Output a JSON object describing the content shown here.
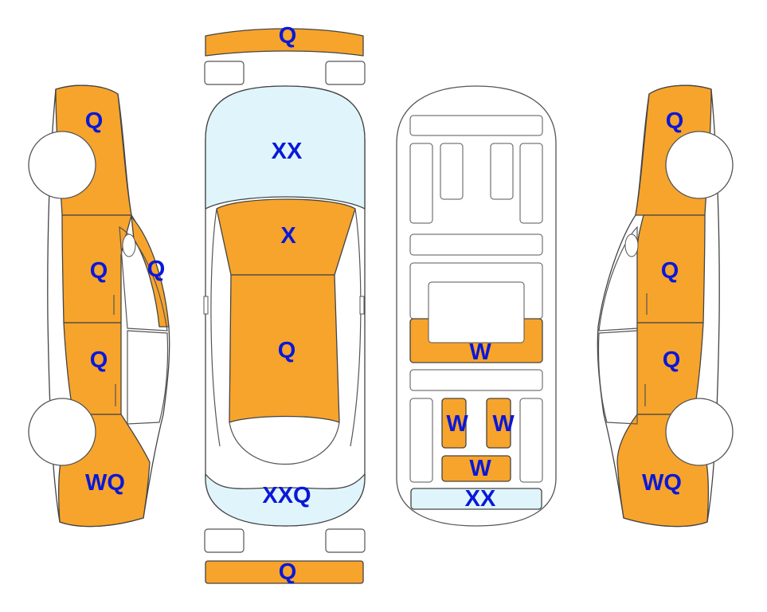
{
  "colors": {
    "damage": "#f7a42c",
    "glass": "#dff5fb",
    "label": "#0a18d8",
    "outline": "#444444",
    "body": "#ffffff"
  },
  "left_side": {
    "front_fender": "Q",
    "a_pillar": "Q",
    "front_door": "Q",
    "rear_door": "Q",
    "rear_quarter": "WQ"
  },
  "top_view": {
    "front_bumper": "Q",
    "windshield": "XX",
    "hood_front": "X",
    "roof": "Q",
    "rear_window": "XXQ",
    "rear_bumper": "Q"
  },
  "underside": {
    "center_panel": "W",
    "rear_left_rail": "W",
    "rear_right_rail": "W",
    "rear_crossmember": "W",
    "rear_panel": "XX"
  },
  "right_side": {
    "front_fender": "Q",
    "front_door": "Q",
    "rear_door": "Q",
    "rear_quarter": "WQ"
  }
}
